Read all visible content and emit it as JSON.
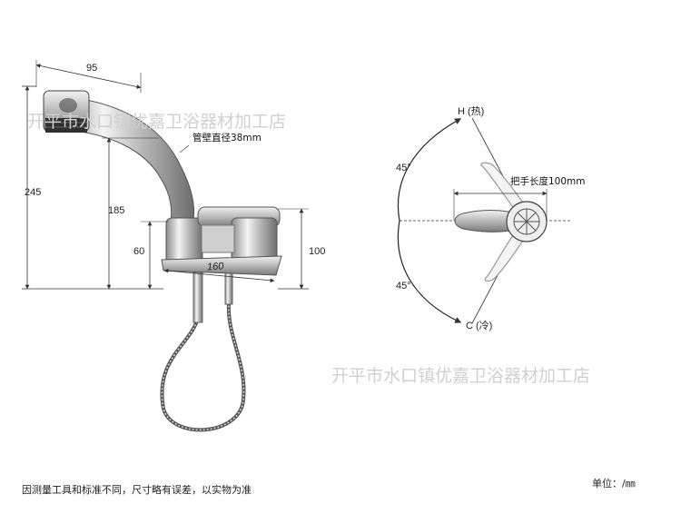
{
  "faucet": {
    "dim_top_width": "95",
    "dim_total_height": "245",
    "dim_spout_height": "185",
    "dim_body_height": "60",
    "dim_base_height": "100",
    "dim_base_length": "160",
    "pipe_label": "管壁直径38mm"
  },
  "handle": {
    "hot_label": "H (热)",
    "cold_label": "C (冷)",
    "hot_angle": "45°",
    "cold_angle": "45°",
    "handle_length_label": "把手长度100mm"
  },
  "watermark_top": "开平市水口镇优嘉卫浴器材加工店",
  "watermark_bottom": "开平市水口镇优嘉卫浴器材加工店",
  "footer": {
    "disclaimer": "因测量工具和标准不同，尺寸略有误差，以实物为准",
    "unit": "单位：/㎜"
  }
}
